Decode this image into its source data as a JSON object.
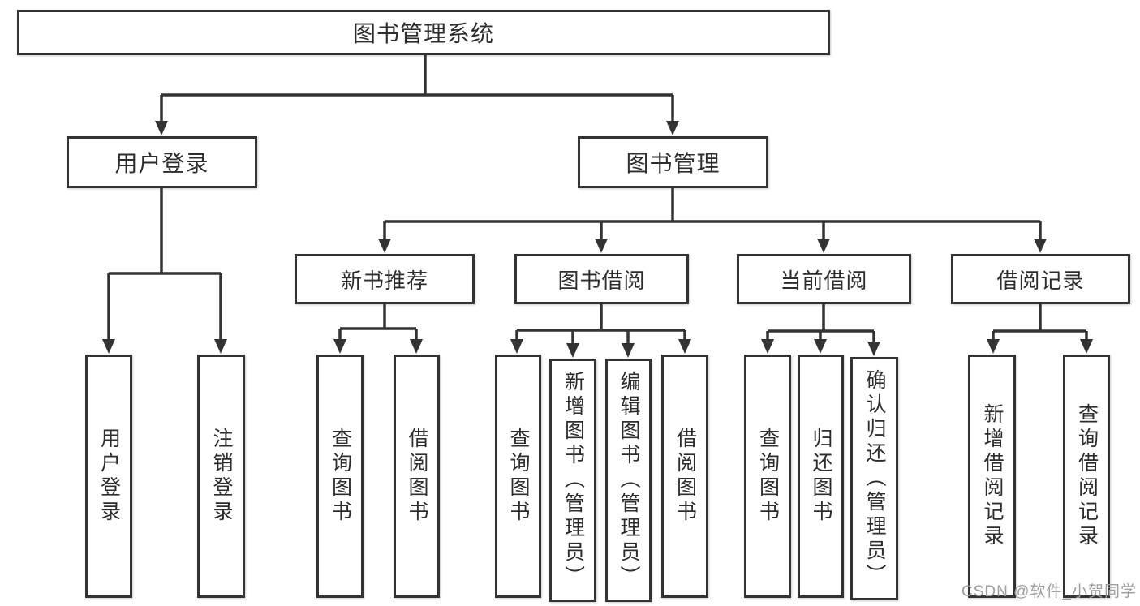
{
  "diagram": {
    "title": "图书管理系统",
    "level2": [
      {
        "label": "用户登录"
      },
      {
        "label": "图书管理"
      }
    ],
    "level3": [
      {
        "label": "新书推荐"
      },
      {
        "label": "图书借阅"
      },
      {
        "label": "当前借阅"
      },
      {
        "label": "借阅记录"
      }
    ],
    "leaves": {
      "user_login": [
        "用户登录",
        "注销登录"
      ],
      "new_books": [
        "查询图书",
        "借阅图书"
      ],
      "book_borrow": [
        "查询图书",
        "新增图书（管理员）",
        "编辑图书（管理员）",
        "借阅图书"
      ],
      "current_borrow": [
        "查询图书",
        "归还图书",
        "确认归还（管理员）"
      ],
      "borrow_records": [
        "新增借阅记录",
        "查询借阅记录"
      ]
    },
    "watermark": "CSDN @软件_小贺同学",
    "colors": {
      "line": "#333333",
      "text": "#2d2d2d",
      "watermark": "#9e9e9e",
      "background": "#ffffff"
    }
  }
}
